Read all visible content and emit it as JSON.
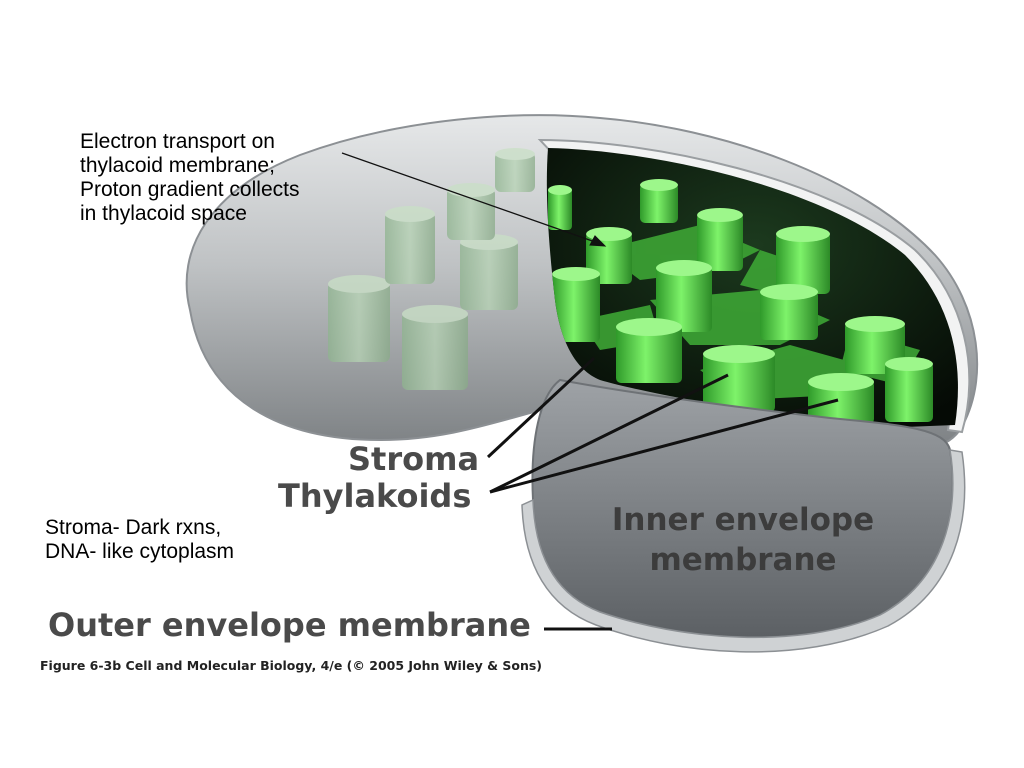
{
  "annotations": {
    "electron_transport": "Electron transport on\nthylacoid membrane;\nProton gradient collects\nin thylacoid space",
    "stroma_note": "Stroma- Dark rxns,\nDNA- like cytoplasm"
  },
  "labels": {
    "stroma": "Stroma",
    "thylakoids": "Thylakoids",
    "inner_envelope_line1": "Inner envelope",
    "inner_envelope_line2": "membrane",
    "outer_envelope": "Outer envelope membrane"
  },
  "caption": "Figure 6-3b  Cell and Molecular Biology, 4/e (© 2005 John Wiley & Sons)",
  "colors": {
    "envelope_gray": "#9ea2a5",
    "thylakoid_green": "#5ee04a",
    "stroma_dark": "#0d1a0e"
  }
}
